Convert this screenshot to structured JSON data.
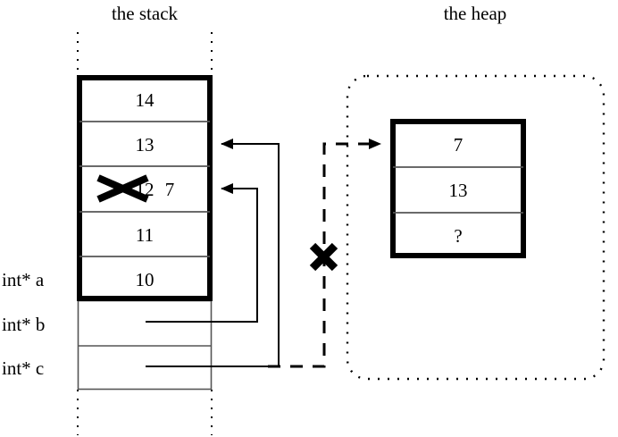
{
  "figure": {
    "stack_title": "the stack",
    "heap_title": "the heap"
  },
  "stack": {
    "cells": [
      {
        "value": "14",
        "struck": false
      },
      {
        "value": "13",
        "struck": false
      },
      {
        "value": "12",
        "struck": true,
        "replacement": "7"
      },
      {
        "value": "11",
        "struck": false
      },
      {
        "value": "10",
        "struck": false
      }
    ],
    "variables": [
      {
        "label": "int* a"
      },
      {
        "label": "int* b"
      },
      {
        "label": "int* c"
      }
    ]
  },
  "heap": {
    "cells": [
      {
        "value": "7"
      },
      {
        "value": "13"
      },
      {
        "value": "?"
      }
    ]
  },
  "marks": {
    "cross_symbol": "X",
    "strikethrough_symbol": "X"
  },
  "colors": {
    "line": "#000000",
    "background": "#ffffff",
    "thin_rule": "#555555"
  }
}
